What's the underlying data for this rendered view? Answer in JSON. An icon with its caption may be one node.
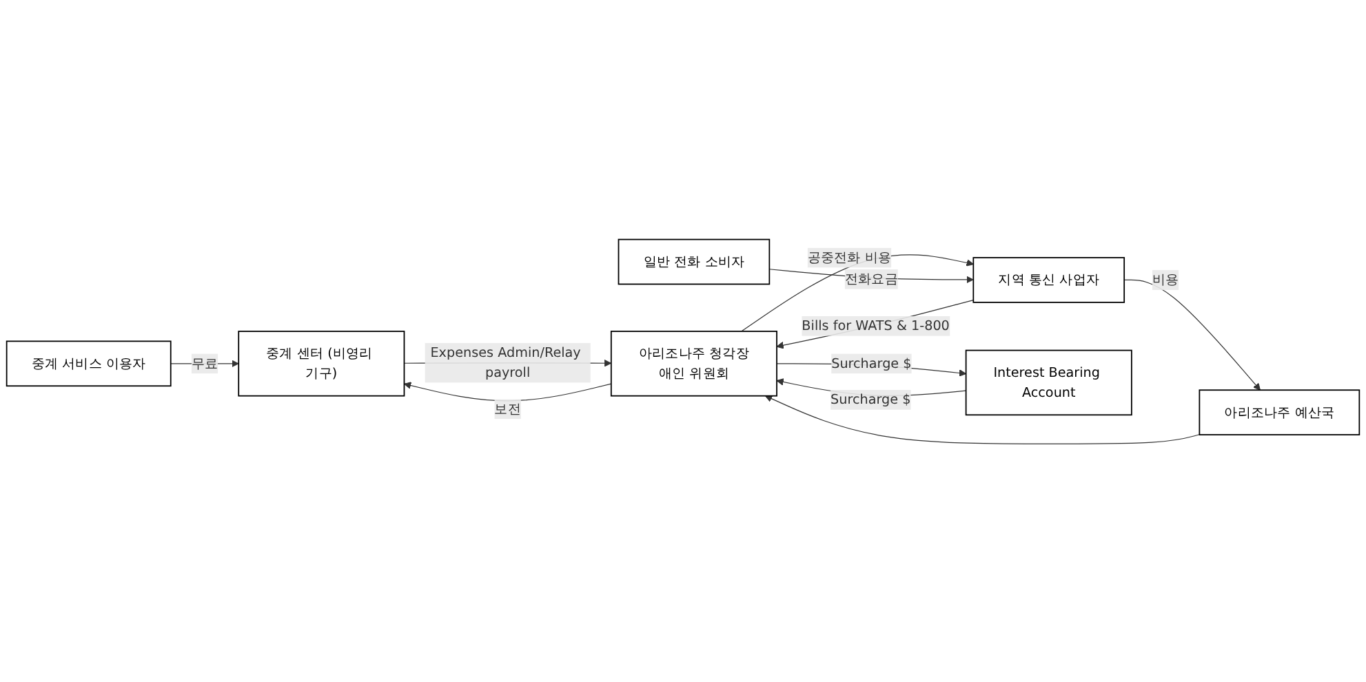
{
  "diagram": {
    "nodes": [
      {
        "text": [
          "중계 센터 (비영리 기구)"
        ]
      },
      {
        "text": [
          "아리조나주 청각장애인 위원회"
        ]
      },
      {
        "text": [
          "지역 통신 사업자"
        ]
      },
      {
        "text": [
          "일반 전화 소비자"
        ]
      },
      {
        "text": [
          "중계 서비스 이용자"
        ]
      },
      {
        "text": [
          "Interest Bearing Account"
        ]
      },
      {
        "text": [
          "아리조나주 예산국"
        ]
      }
    ],
    "edges": [
      {
        "from": 0,
        "to": 1,
        "arrow": "to",
        "label": "Expenses Admin/Relay payroll"
      },
      {
        "from": 1,
        "to": 0,
        "arrow": "to",
        "label": "보전"
      },
      {
        "from": 2,
        "to": 1,
        "arrow": "to",
        "label": "Bills for WATS & 1-800"
      },
      {
        "from": 1,
        "to": 2,
        "arrow": "to",
        "label": "공중전화 비용"
      },
      {
        "from": 3,
        "to": 2,
        "arrow": "to",
        "label": "전화요금"
      },
      {
        "from": 4,
        "to": 0,
        "arrow": "to",
        "label": "무료"
      },
      {
        "from": 5,
        "to": 1,
        "arrow": "to",
        "label": "Surcharge $"
      },
      {
        "from": 1,
        "to": 5,
        "arrow": "to",
        "label": "Surcharge $"
      },
      {
        "from": 6,
        "to": 1,
        "arrow": "to"
      },
      {
        "from": 2,
        "to": 6,
        "arrow": "to",
        "label": "비용"
      }
    ]
  }
}
